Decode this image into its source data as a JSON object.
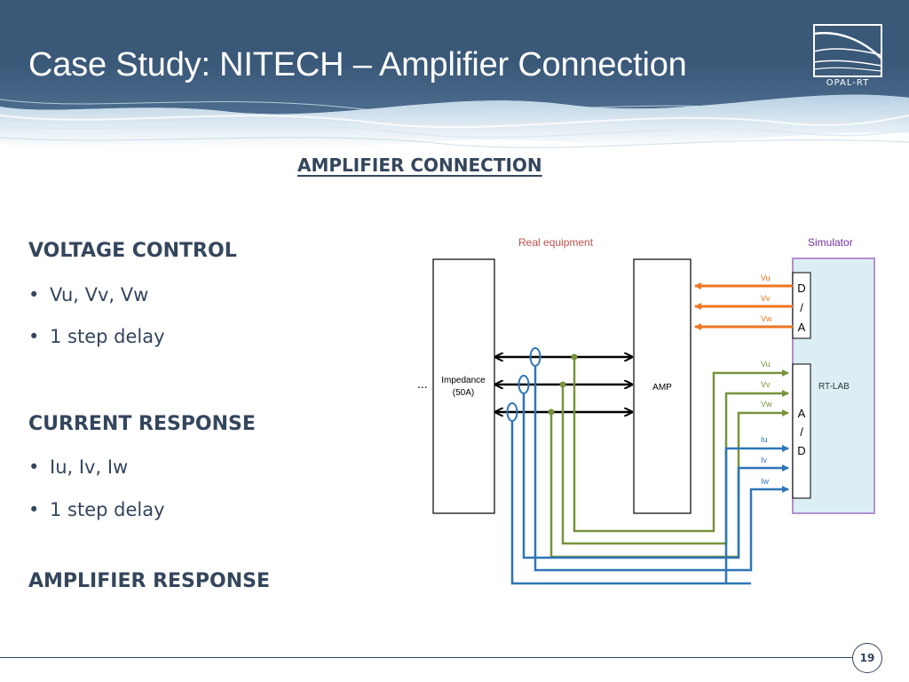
{
  "slide": {
    "title": "Case Study: NITECH – Amplifier Connection",
    "logo_text": "OPAL-RT",
    "page_number": "19"
  },
  "content": {
    "section_heading": "AMPLIFIER CONNECTION",
    "voltage_control": {
      "heading": "VOLTAGE CONTROL",
      "bullets": [
        "Vu, Vv, Vw",
        "1 step delay"
      ]
    },
    "current_response": {
      "heading": "CURRENT RESPONSE",
      "bullets": [
        "Iu, Iv, Iw",
        "1 step delay"
      ]
    },
    "amplifier_response": {
      "heading": "AMPLIFIER RESPONSE"
    },
    "bullet_glyph": "•"
  },
  "diagram": {
    "real_equipment_label": "Real equipment",
    "simulator_label": "Simulator",
    "ellipsis": "...",
    "impedance_label": "Impedance",
    "impedance_rating": "(50A)",
    "amp_label": "AMP",
    "rtlab_label": "RT-LAB",
    "da_letters": [
      "D",
      "/",
      "A"
    ],
    "ad_letters": [
      "A",
      "/",
      "D"
    ],
    "voltage_out_labels": [
      "Vu",
      "Vv",
      "Vw"
    ],
    "voltage_in_labels": [
      "Vu",
      "Vv",
      "Vw"
    ],
    "current_in_labels": [
      "Iu",
      "Iv",
      "Iw"
    ],
    "colors": {
      "orange": "#ee7622",
      "green": "#77933c",
      "blue": "#2e75b6",
      "black": "#000000",
      "real_label": "#c0504d",
      "sim_label": "#7030a0",
      "sim_fill": "#daeef3",
      "sim_border": "#b28fd0",
      "header_bg": "#3a5878",
      "text": "#34465c"
    }
  }
}
